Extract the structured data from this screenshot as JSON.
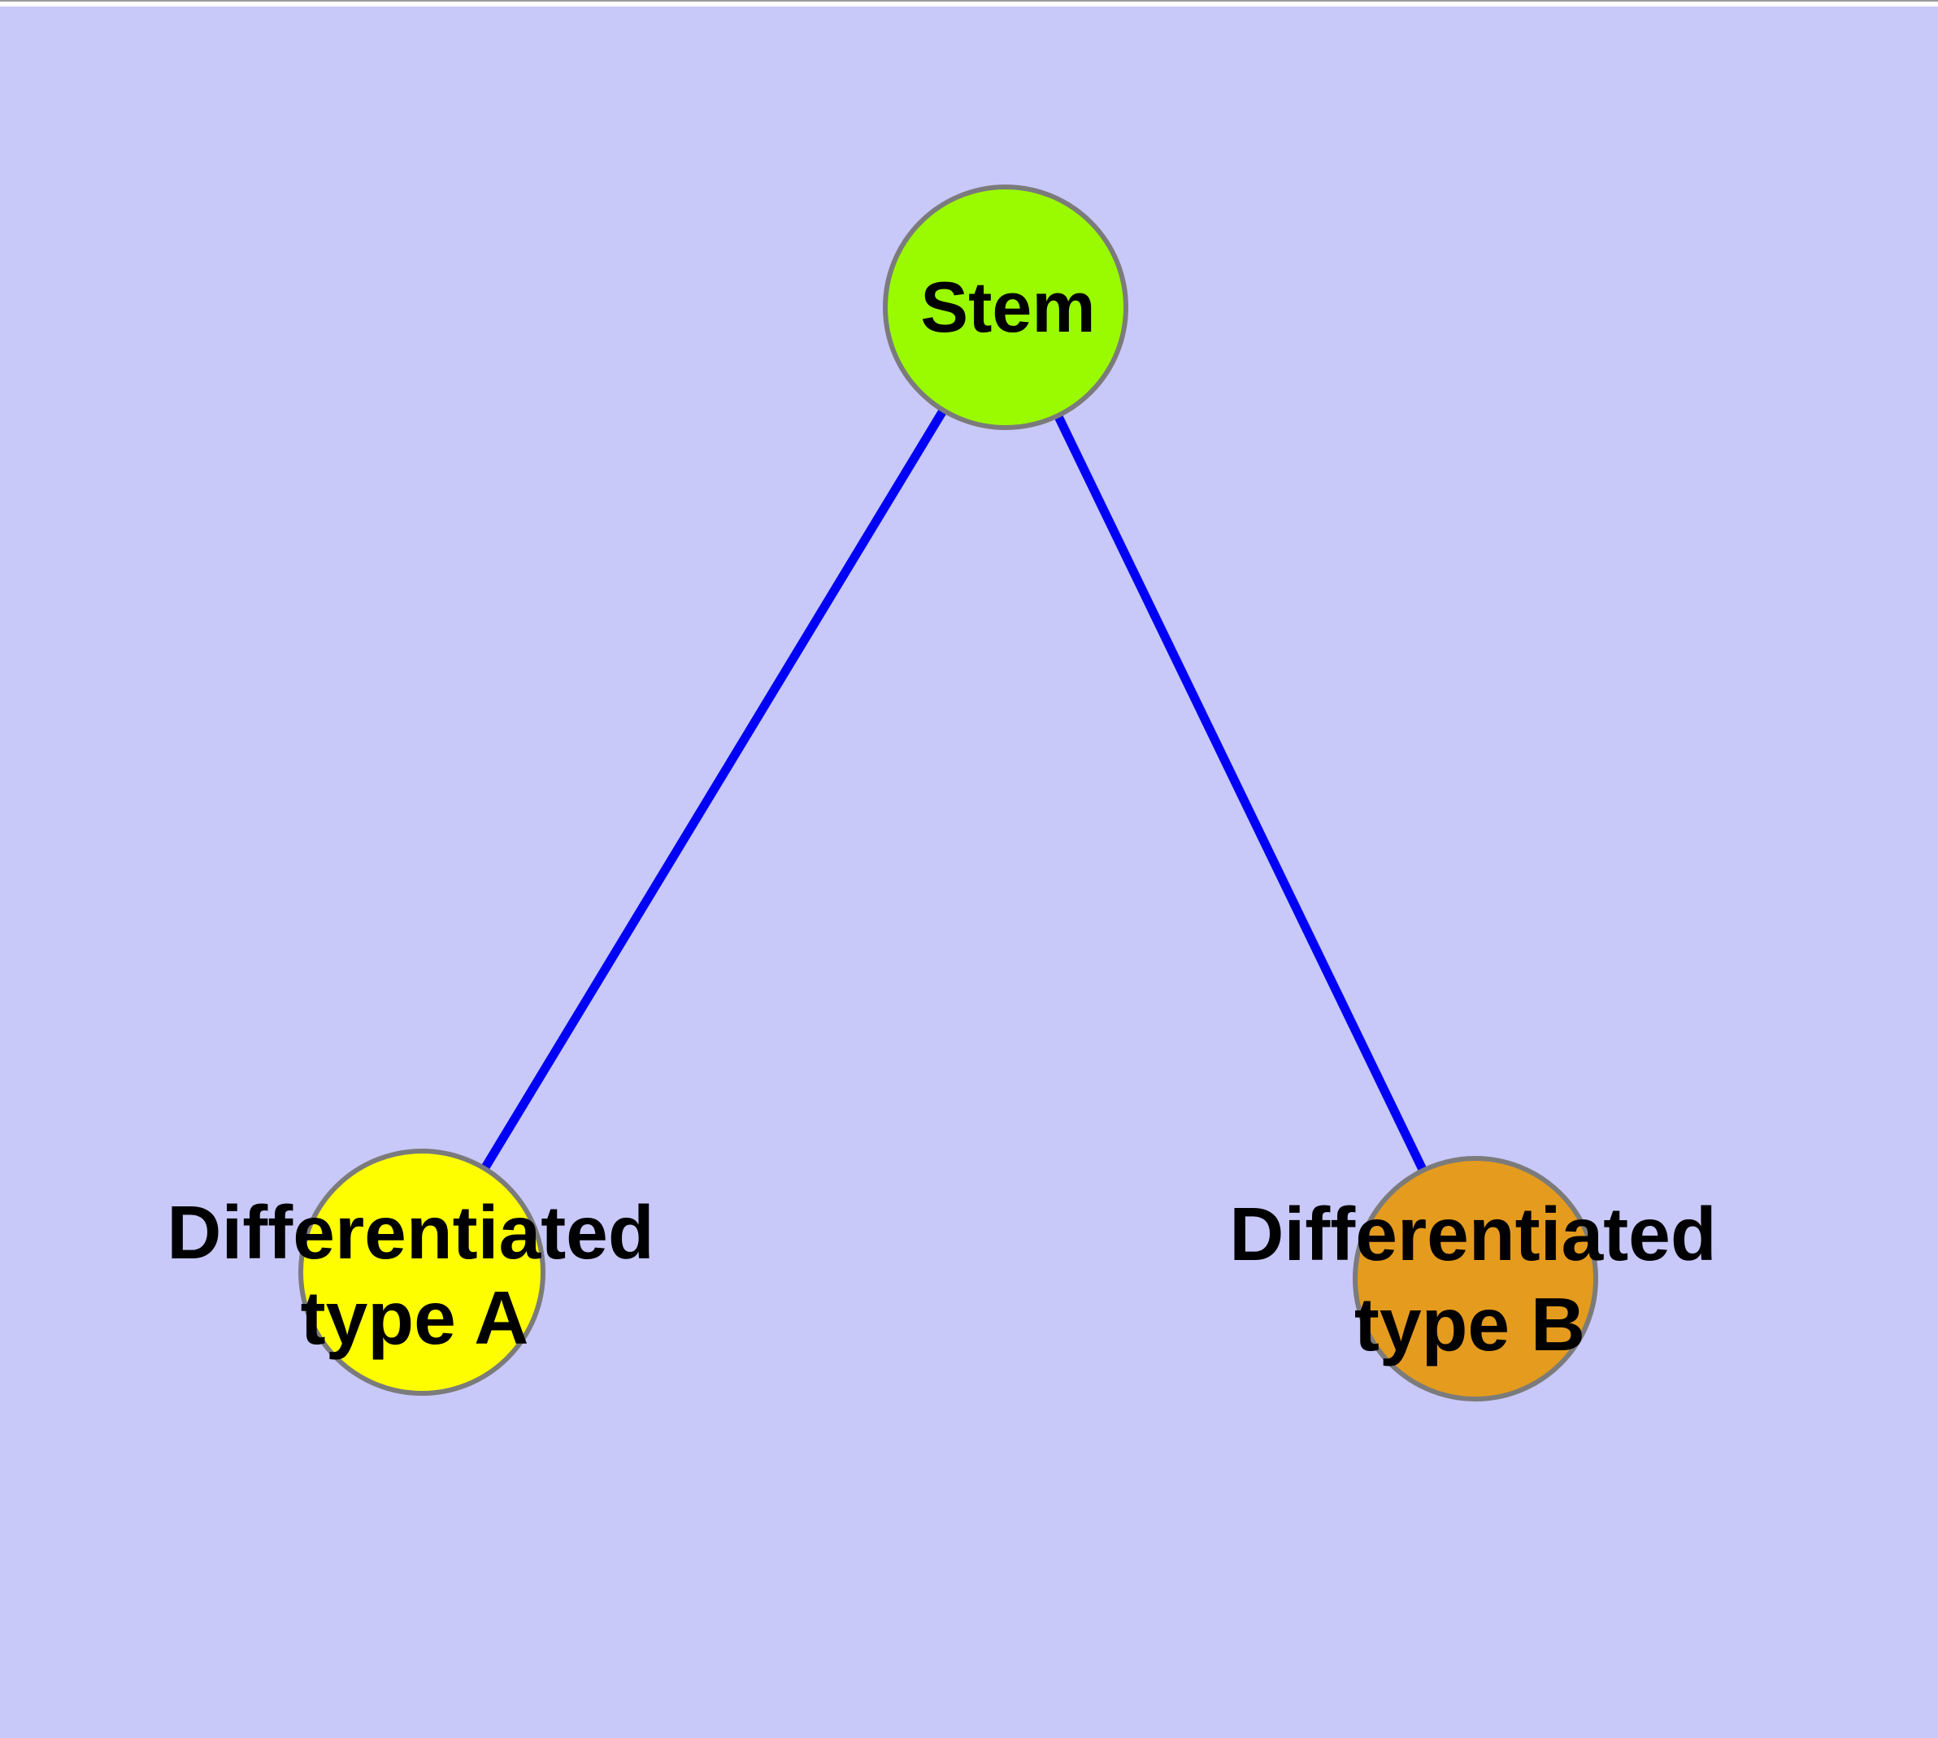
{
  "diagram": {
    "type": "graph",
    "background_color": "#C8C8F9",
    "top_strip_color": "#FFFFFF",
    "top_strip_line_color": "#9B9B9B",
    "edge_color": "#0000F6",
    "node_border_color": "#7B7B7B",
    "label_color": "#000000",
    "nodes": [
      {
        "id": "stem",
        "label": "Stem",
        "line1": "Stem",
        "color": "#9AFB00"
      },
      {
        "id": "differentiated-type-a",
        "label": "Differentiated type A",
        "line1": "Differentiated",
        "line2": "type A",
        "color": "#FEFE00"
      },
      {
        "id": "differentiated-type-b",
        "label": "Differentiated type B",
        "line1": "Differentiated",
        "line2": "type B",
        "color": "#E49B1E"
      }
    ],
    "edges": [
      {
        "from": "stem",
        "to": "differentiated-type-a"
      },
      {
        "from": "stem",
        "to": "differentiated-type-b"
      }
    ]
  }
}
